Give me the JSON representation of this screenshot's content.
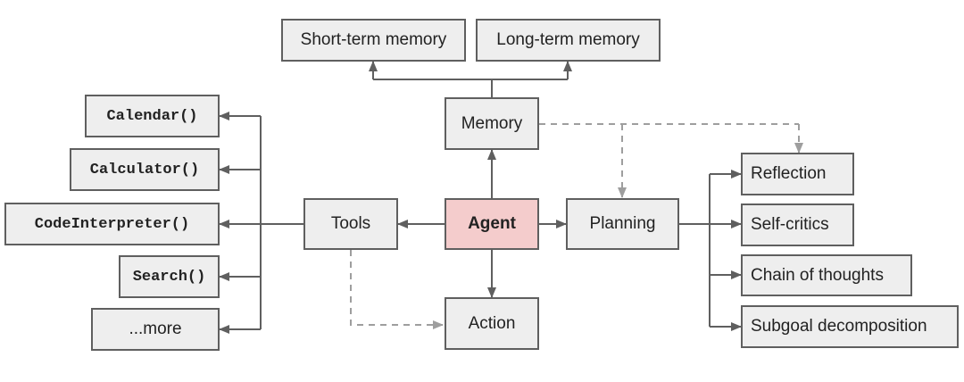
{
  "colors": {
    "box_fill": "#eeeeee",
    "box_border": "#5f5f5f",
    "agent_fill": "#f4cccc",
    "line": "#5f5f5f",
    "dashed_line": "#9e9e9e"
  },
  "agent": {
    "label": "Agent"
  },
  "memory": {
    "label": "Memory",
    "short_term": "Short-term memory",
    "long_term": "Long-term memory"
  },
  "tools": {
    "label": "Tools",
    "calendar": "Calendar()",
    "calculator": "Calculator()",
    "code_interpreter": "CodeInterpreter()",
    "search": "Search()",
    "more": "...more"
  },
  "action": {
    "label": "Action"
  },
  "planning": {
    "label": "Planning",
    "reflection": "Reflection",
    "self_critics": "Self-critics",
    "chain_of_thoughts": "Chain of thoughts",
    "subgoal_decomposition": "Subgoal decomposition"
  }
}
